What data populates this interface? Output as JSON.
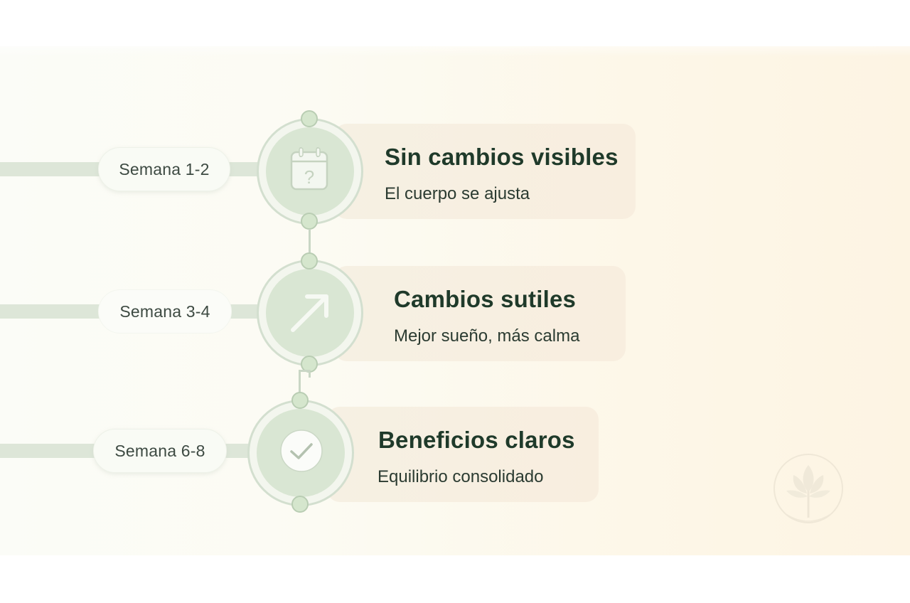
{
  "timeline": {
    "stages": [
      {
        "period": "Semana 1-2",
        "title": "Sin cambios visibles",
        "subtitle": "El cuerpo se ajusta",
        "icon": "calendar-question-icon"
      },
      {
        "period": "Semana 3-4",
        "title": "Cambios sutiles",
        "subtitle": "Mejor sueño, más calma",
        "icon": "arrow-up-right-icon"
      },
      {
        "period": "Semana 6-8",
        "title": "Beneficios claros",
        "subtitle": "Equilibrio consolidado",
        "icon": "checkmark-icon"
      }
    ]
  },
  "colors": {
    "background_band": "#fcf9ef",
    "node_fill": "#d9e6d3",
    "node_border": "#d3dfcf",
    "card_fill": "#f7efe1",
    "title_text": "#1f3a2a",
    "subtitle_text": "#2b3b31",
    "pill_text": "#3d4a42"
  },
  "watermark": {
    "icon": "leaf-tree-logo-icon"
  }
}
